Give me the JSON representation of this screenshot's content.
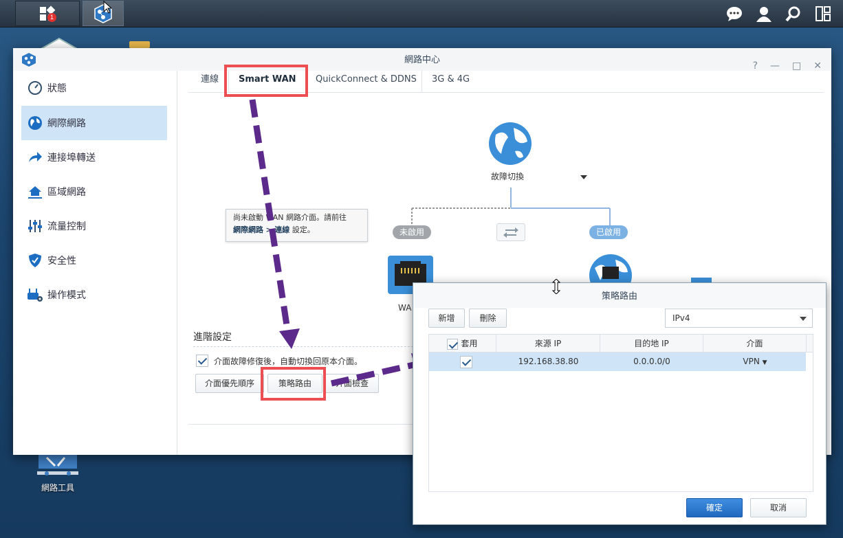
{
  "taskbar": {
    "main_badge": "1"
  },
  "desktop": {
    "net_tool_label": "網路工具"
  },
  "window": {
    "title": "網路中心",
    "controls": {
      "help": "?",
      "minimize": "—",
      "maximize": "□",
      "close": "✕"
    }
  },
  "sidebar": {
    "items": [
      {
        "label": "狀態",
        "icon": "gauge-icon"
      },
      {
        "label": "網際網路",
        "icon": "globe-icon"
      },
      {
        "label": "連接埠轉送",
        "icon": "arrow-forward-icon"
      },
      {
        "label": "區域網路",
        "icon": "home-network-icon"
      },
      {
        "label": "流量控制",
        "icon": "sliders-icon"
      },
      {
        "label": "安全性",
        "icon": "shield-icon"
      },
      {
        "label": "操作模式",
        "icon": "router-gear-icon"
      }
    ]
  },
  "tabs": [
    "連線",
    "Smart WAN",
    "QuickConnect & DDNS",
    "3G & 4G"
  ],
  "smartwan": {
    "mode_label": "故障切換",
    "left_status": "未啟用",
    "right_status": "已啟用",
    "wan_label": "WA",
    "tooltip_line1": "尚未啟動 WAN 網路介面。請前往",
    "tooltip_link1": "網際網路",
    "tooltip_sep": ">",
    "tooltip_link2": "連線",
    "tooltip_suffix": "設定。",
    "advanced_title": "進階設定",
    "auto_failback_label": "介面故障修復後，自動切換回原本介面。",
    "btn_priority": "介面優先順序",
    "btn_policy": "策略路由",
    "btn_check": "介面檢查"
  },
  "dialog": {
    "title": "策略路由",
    "add": "新增",
    "delete": "刪除",
    "ip_version": "IPv4",
    "columns": [
      "套用",
      "來源 IP",
      "目的地 IP",
      "介面"
    ],
    "rows": [
      {
        "source": "192.168.38.80",
        "dest": "0.0.0.0/0",
        "iface": "VPN"
      }
    ],
    "ok": "確定",
    "cancel": "取消"
  },
  "colors": {
    "accent": "#2069c0",
    "highlight": "#ec4e52",
    "arrow": "#5b2a8a",
    "selected_row": "#cfe4f7"
  }
}
